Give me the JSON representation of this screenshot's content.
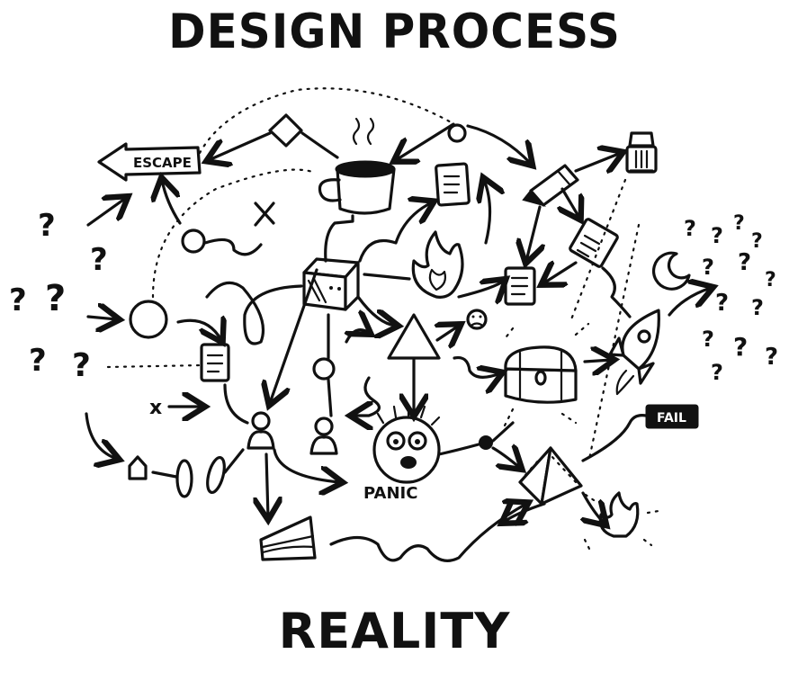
{
  "title": "DESIGN PROCESS",
  "footer": "REALITY",
  "labels": {
    "escape": "ESCAPE",
    "panic": "PANIC",
    "fail": "FAIL",
    "cross": "x"
  },
  "question_mark": "?"
}
